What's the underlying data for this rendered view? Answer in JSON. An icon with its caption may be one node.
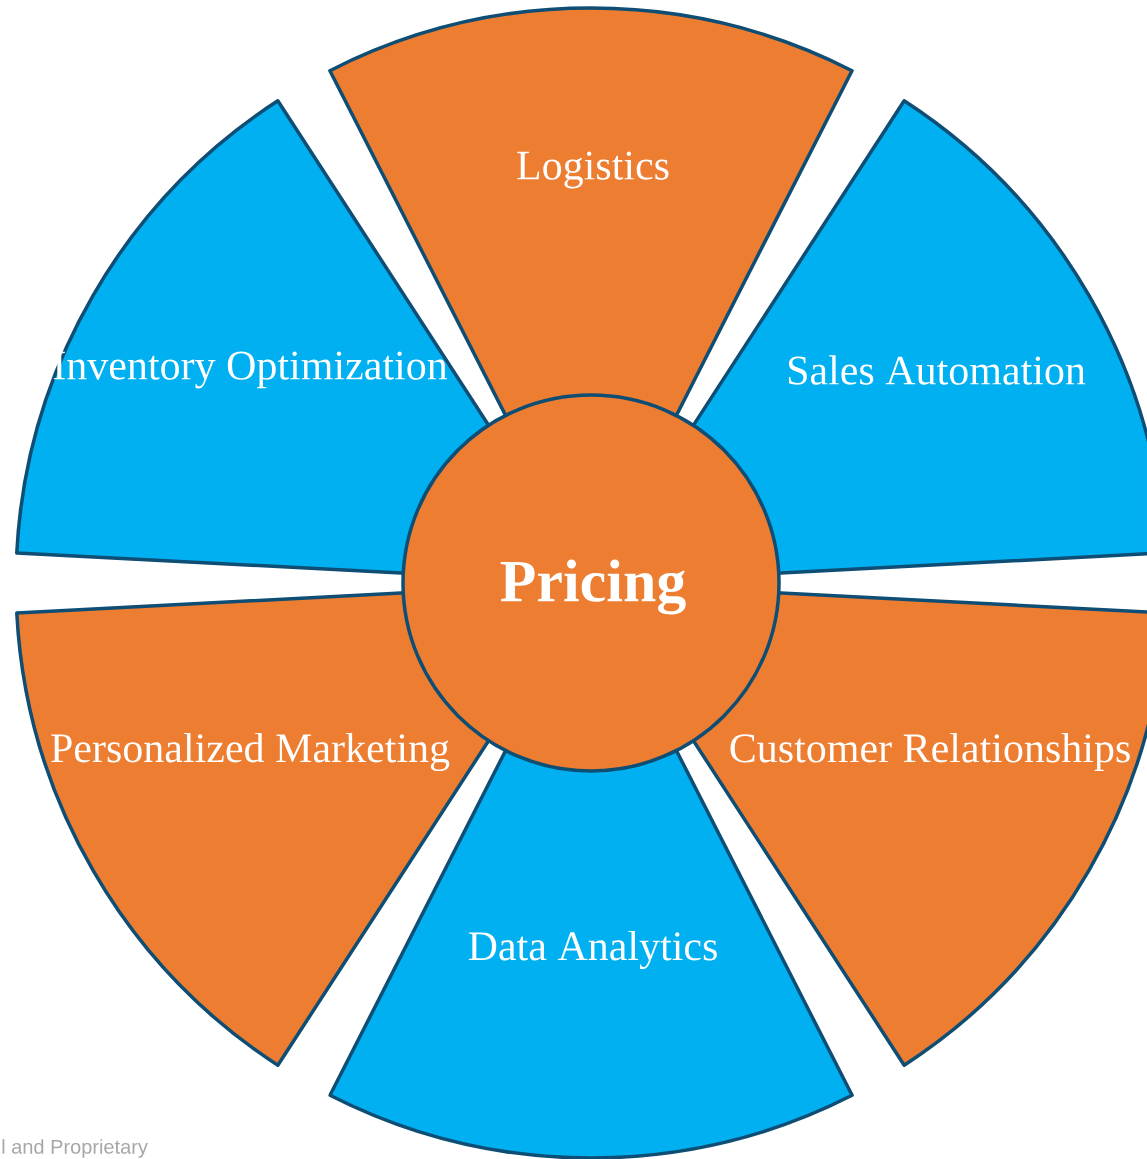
{
  "diagram": {
    "nodes": [
      {
        "text": [
          "Pricing"
        ]
      },
      {
        "text": [
          "Logistics"
        ]
      },
      {
        "text": [
          "Inventory Optimization"
        ]
      },
      {
        "text": [
          "Sales Automation"
        ]
      },
      {
        "text": [
          "Personalized Marketing"
        ]
      },
      {
        "text": [
          "Customer Relationships"
        ]
      },
      {
        "text": [
          "Data Analytics"
        ]
      }
    ],
    "labels": [
      "l and Proprietary"
    ]
  }
}
